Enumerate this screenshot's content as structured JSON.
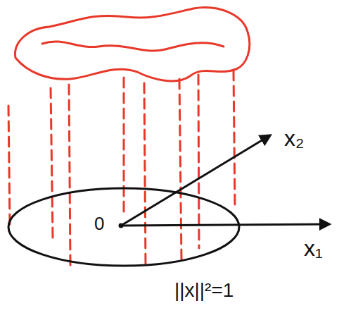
{
  "diagram": {
    "labels": [
      "x₂",
      "0",
      "x₁",
      "||x||²=1"
    ]
  }
}
